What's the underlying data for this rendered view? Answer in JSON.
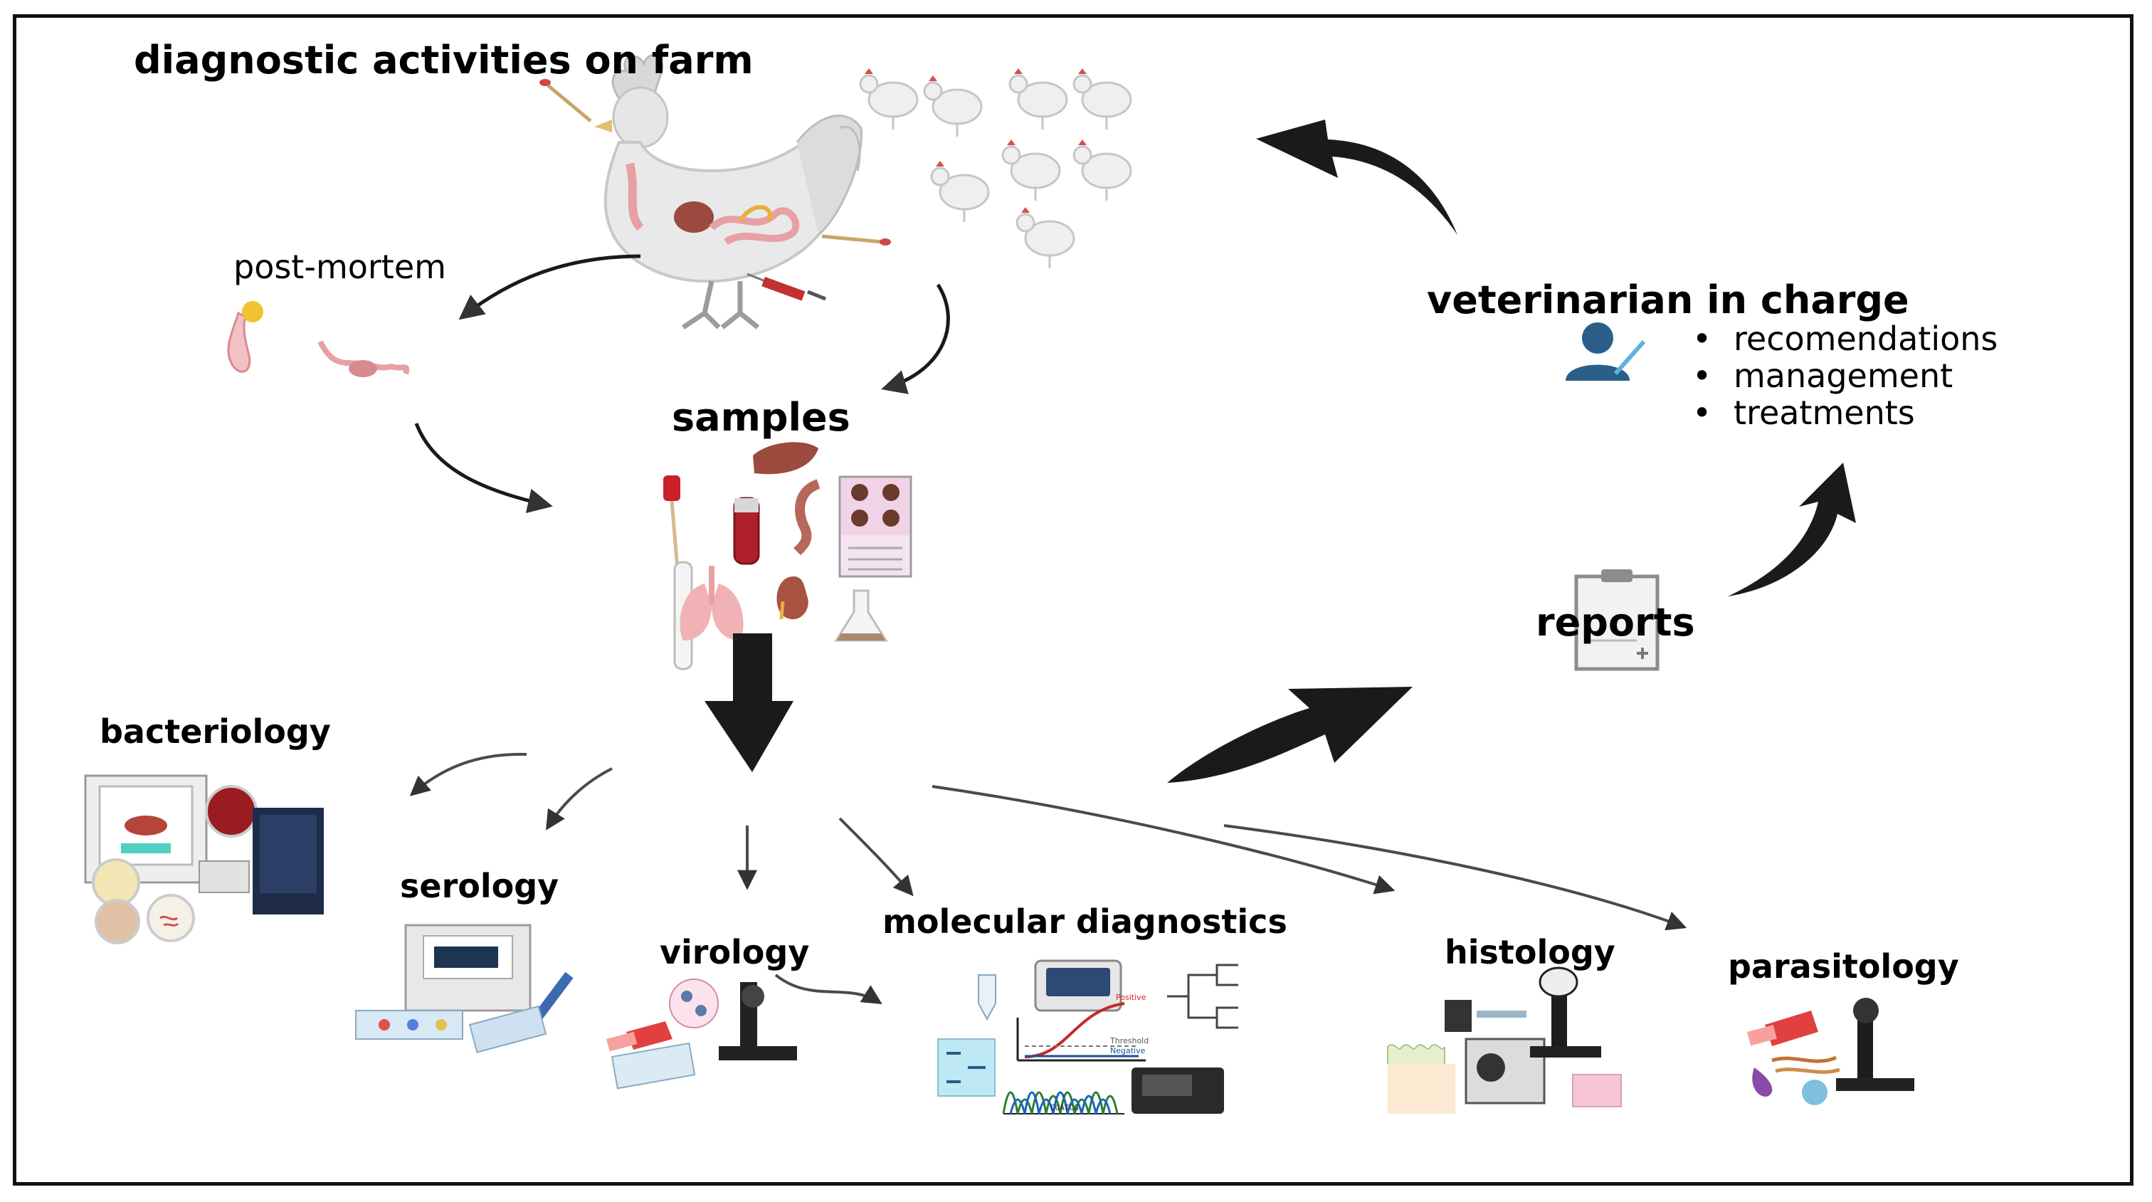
{
  "title": "diagnostic activities on farm",
  "post_mortem": "post-mortem",
  "samples": "samples",
  "veterinarian": {
    "title": "veterinarian in charge",
    "items": [
      "recomendations",
      "management",
      "treatments"
    ]
  },
  "reports": "reports",
  "labs": {
    "bacteriology": "bacteriology",
    "serology": "serology",
    "virology": "virology",
    "molecular": "molecular diagnostics",
    "histology": "histology",
    "parasitology": "parasitology"
  },
  "chart_labels": {
    "amplification_top": "Positive",
    "amplification_mid": "Threshold",
    "amplification_low": "Negative",
    "sequence": "CGATCG"
  },
  "colors": {
    "arrow": "#1a1a1a",
    "organ_pink": "#e8a0a4",
    "blood_red": "#b0202a",
    "accent_blue": "#2b5f8a"
  }
}
